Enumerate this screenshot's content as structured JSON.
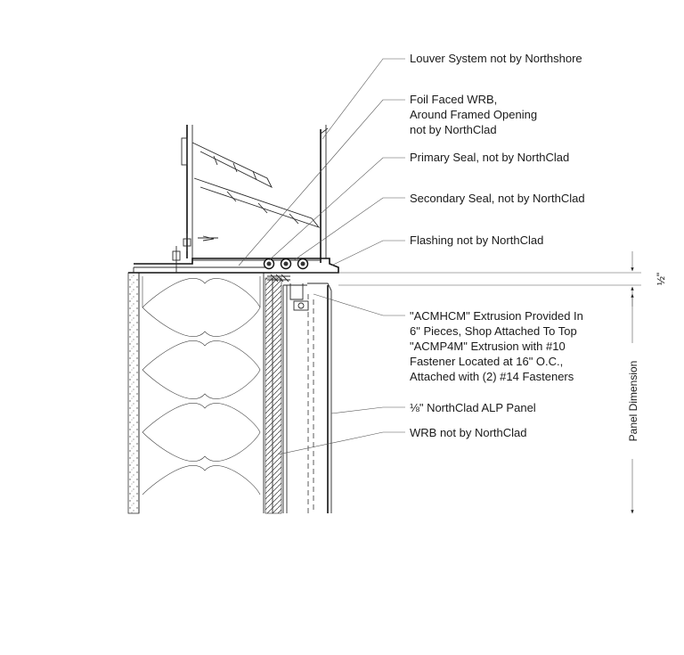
{
  "callouts": [
    {
      "id": "louver",
      "lines": [
        "Louver System not by Northshore"
      ]
    },
    {
      "id": "foil-wrb",
      "lines": [
        "Foil Faced WRB,",
        "Around Framed Opening",
        "not by NorthClad"
      ]
    },
    {
      "id": "primary-seal",
      "lines": [
        "Primary Seal, not by NorthClad"
      ]
    },
    {
      "id": "secondary-seal",
      "lines": [
        "Secondary Seal, not by NorthClad"
      ]
    },
    {
      "id": "flashing",
      "lines": [
        "Flashing not by NorthClad"
      ]
    },
    {
      "id": "extrusion",
      "lines": [
        "\"ACMHCM\" Extrusion Provided In",
        "6\" Pieces, Shop Attached To Top",
        "\"ACMP4M\" Extrusion with #10",
        "Fastener Located at 16\" O.C.,",
        "Attached with (2) #14 Fasteners"
      ]
    },
    {
      "id": "panel",
      "lines": [
        "⅛\" NorthClad ALP Panel"
      ]
    },
    {
      "id": "wrb",
      "lines": [
        "WRB not by NorthClad"
      ]
    }
  ],
  "dimensions": {
    "gap": "½\"",
    "panel": "Panel Dimension"
  }
}
